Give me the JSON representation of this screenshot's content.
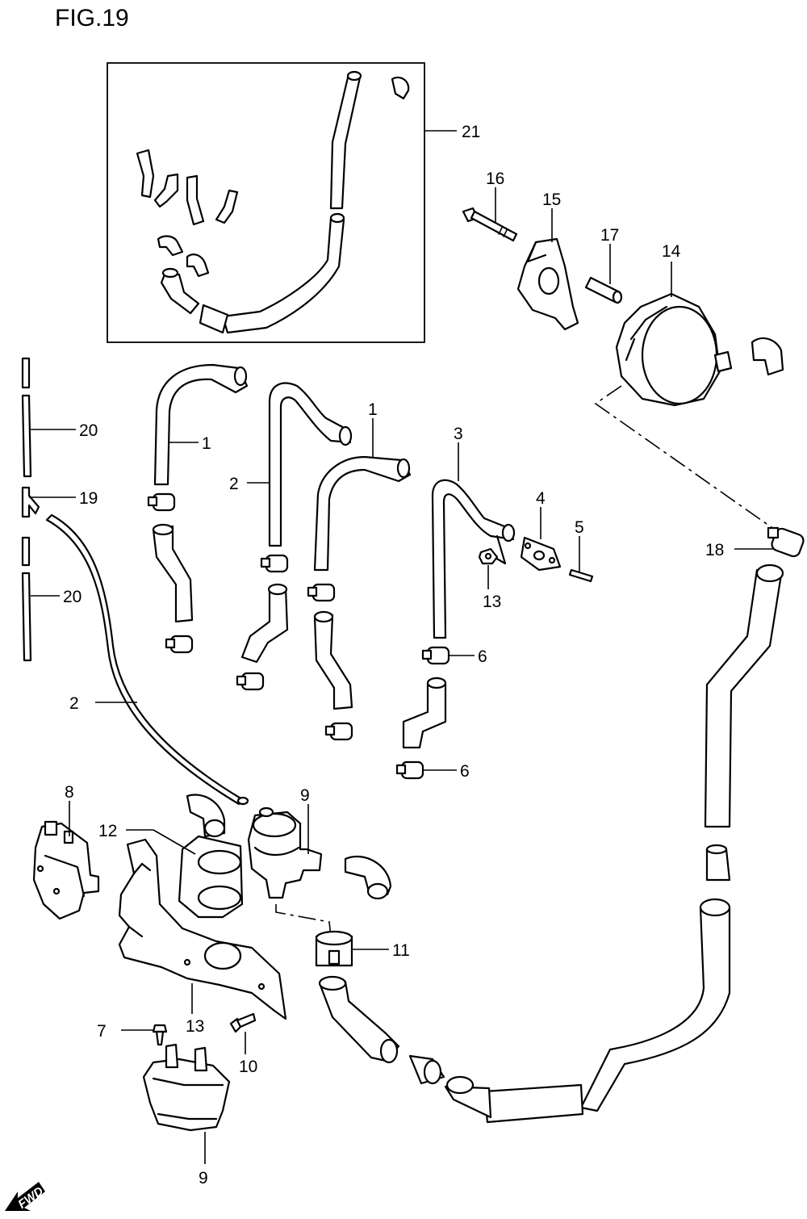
{
  "figure": {
    "title": "FIG.19"
  },
  "fwd_label": "FWD",
  "callouts": [
    {
      "id": "c21",
      "name": "callout-21",
      "text": "21"
    },
    {
      "id": "c16",
      "name": "callout-16",
      "text": "16"
    },
    {
      "id": "c15",
      "name": "callout-15",
      "text": "15"
    },
    {
      "id": "c17",
      "name": "callout-17",
      "text": "17"
    },
    {
      "id": "c14",
      "name": "callout-14",
      "text": "14"
    },
    {
      "id": "c20a",
      "name": "callout-20-upper",
      "text": "20"
    },
    {
      "id": "c19",
      "name": "callout-19",
      "text": "19"
    },
    {
      "id": "c20b",
      "name": "callout-20-lower",
      "text": "20"
    },
    {
      "id": "c2a",
      "name": "callout-2-left",
      "text": "2"
    },
    {
      "id": "c1a",
      "name": "callout-1-left",
      "text": "1"
    },
    {
      "id": "c2b",
      "name": "callout-2-right",
      "text": "2"
    },
    {
      "id": "c1b",
      "name": "callout-1-right",
      "text": "1"
    },
    {
      "id": "c3",
      "name": "callout-3",
      "text": "3"
    },
    {
      "id": "c4",
      "name": "callout-4",
      "text": "4"
    },
    {
      "id": "c5",
      "name": "callout-5",
      "text": "5"
    },
    {
      "id": "c13a",
      "name": "callout-13-upper",
      "text": "13"
    },
    {
      "id": "c6a",
      "name": "callout-6-upper",
      "text": "6"
    },
    {
      "id": "c6b",
      "name": "callout-6-lower",
      "text": "6"
    },
    {
      "id": "c18",
      "name": "callout-18",
      "text": "18"
    },
    {
      "id": "c9a",
      "name": "callout-9-upper",
      "text": "9"
    },
    {
      "id": "c11",
      "name": "callout-11",
      "text": "11"
    },
    {
      "id": "c12",
      "name": "callout-12",
      "text": "12"
    },
    {
      "id": "c13b",
      "name": "callout-13-lower",
      "text": "13"
    },
    {
      "id": "c7",
      "name": "callout-7",
      "text": "7"
    },
    {
      "id": "c10",
      "name": "callout-10",
      "text": "10"
    },
    {
      "id": "c8",
      "name": "callout-8",
      "text": "8"
    },
    {
      "id": "c9b",
      "name": "callout-9-lower",
      "text": "9"
    }
  ]
}
